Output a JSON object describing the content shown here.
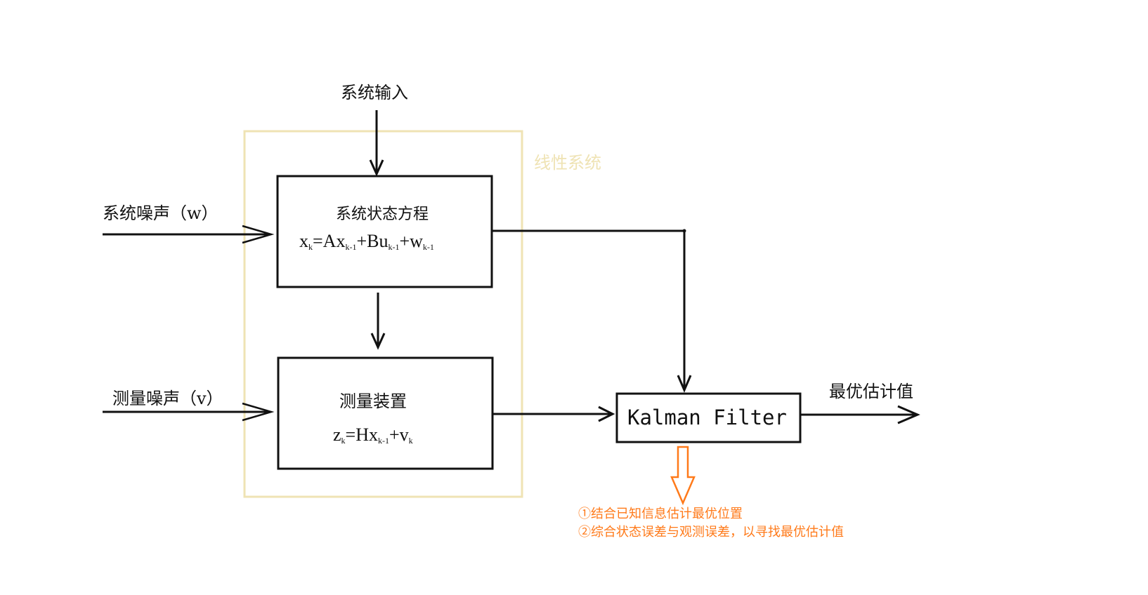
{
  "labels": {
    "system_input": "系统输入",
    "linear_system": "线性系统",
    "process_noise": "系统噪声（w）",
    "measurement_noise": "测量噪声（v）",
    "optimal_estimate": "最优估计值"
  },
  "state_box": {
    "title": "系统状态方程",
    "equation": {
      "x": "x",
      "k": "k",
      "eq_a": "=Ax",
      "km1_a": "k-1",
      "plus_b": "+Bu",
      "km1_b": "k-1",
      "plus_w": "+w",
      "km1_c": "k-1"
    }
  },
  "measure_box": {
    "title": "测量装置",
    "equation": {
      "z": "z",
      "k": "k",
      "eq_h": "=Hx",
      "km1": "k-1",
      "plus_v": "+v",
      "k2": "k"
    }
  },
  "filter_box": {
    "label": "Kalman Filter"
  },
  "notes": {
    "line1": "①结合已知信息估计最优位置",
    "line2": "②综合状态误差与观测误差，以寻找最优估计值"
  },
  "colors": {
    "line": "#111111",
    "region_border": "#efe3b4",
    "note_text": "#ff7a1a"
  }
}
